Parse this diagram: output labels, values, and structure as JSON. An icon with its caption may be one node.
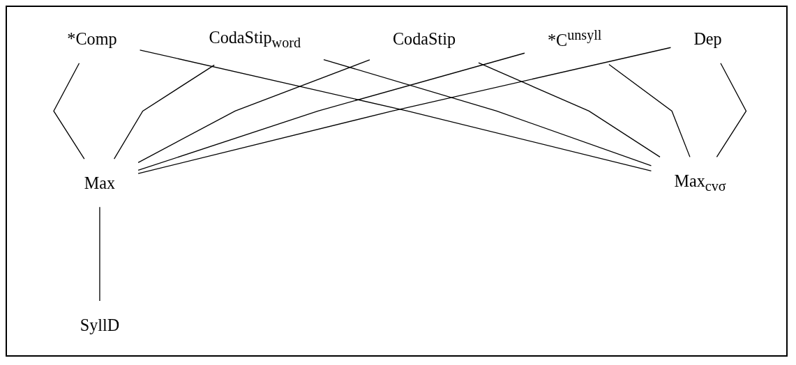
{
  "diagram": {
    "nodes": [
      {
        "text": [
          "*Comp"
        ]
      },
      {
        "text": [
          "CodaStip$_{word}$"
        ]
      },
      {
        "text": [
          "CodaStip"
        ]
      },
      {
        "text": [
          "*C$^{unsyll}$"
        ]
      },
      {
        "text": [
          "Dep"
        ]
      },
      {
        "text": [
          "Max"
        ]
      },
      {
        "text": [
          "Max$_{cvσ}$"
        ]
      },
      {
        "text": [
          "SyllD"
        ]
      }
    ],
    "edges": [
      {
        "from": 0,
        "to": 5,
        "arrow": "none"
      },
      {
        "from": 0,
        "to": 6,
        "arrow": "none"
      },
      {
        "from": 1,
        "to": 5,
        "arrow": "none"
      },
      {
        "from": 1,
        "to": 6,
        "arrow": "none"
      },
      {
        "from": 2,
        "to": 5,
        "arrow": "none"
      },
      {
        "from": 2,
        "to": 6,
        "arrow": "none"
      },
      {
        "from": 3,
        "to": 5,
        "arrow": "none"
      },
      {
        "from": 3,
        "to": 6,
        "arrow": "none"
      },
      {
        "from": 4,
        "to": 5,
        "arrow": "none"
      },
      {
        "from": 4,
        "to": 6,
        "arrow": "none"
      },
      {
        "from": 5,
        "to": 7,
        "arrow": "none"
      }
    ]
  }
}
